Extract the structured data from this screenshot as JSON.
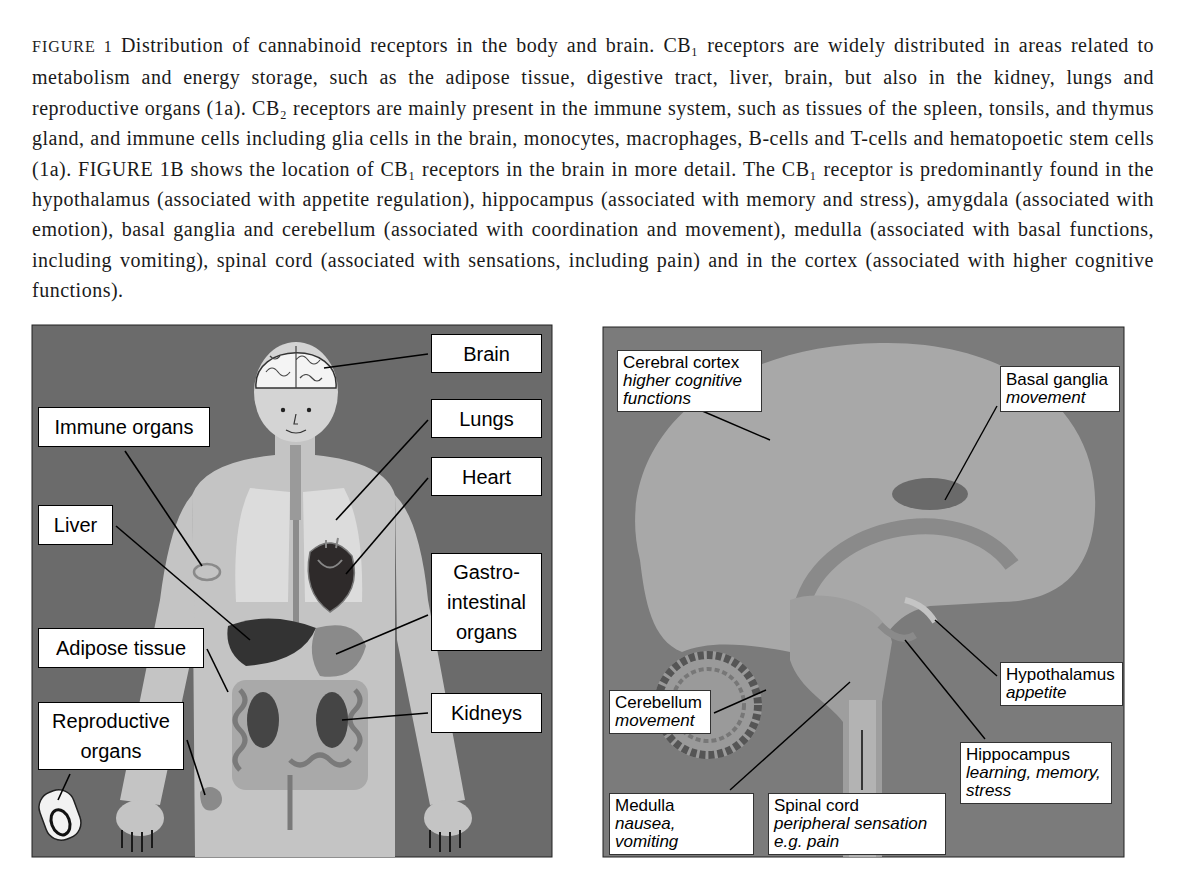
{
  "diagram": {
    "title": "FIGURE 1",
    "caption": "Distribution of cannabinoid receptors in the body and brain. CB₁ receptors are widely distributed in areas related to metabolism and energy storage, such as the adipose tissue, digestive tract, liver, brain, but also in the kidney, lungs and reproductive organs (1a). CB₂ receptors are mainly present in the immune system, such as tissues of the spleen, tonsils, and thymus gland, and immune cells including glia cells in the brain, monocytes, macrophages, B-cells and T-cells and hematopoetic stem cells (1a). FIGURE 1B shows the location of CB₁ receptors in the brain in more detail. The CB₁ receptor is predominantly found in the hypothalamus (associated with appetite regulation), hippocampus (associated with memory and stress), amygdala (associated with emotion), basal ganglia and cerebellum (associated with coordination and movement), medulla (associated with basal functions, including vomiting), spinal cord (associated with sensations, including pain) and in the cortex (associated with higher cognitive functions).",
    "nodes": [
      {
        "text": [
          "Brain"
        ]
      },
      {
        "text": [
          "Lungs"
        ]
      },
      {
        "text": [
          "Immune organs"
        ]
      },
      {
        "text": [
          "Heart"
        ]
      },
      {
        "text": [
          "Liver"
        ]
      },
      {
        "text": [
          "Gastro- intestinal organs"
        ]
      },
      {
        "text": [
          "Adipose tissue"
        ]
      },
      {
        "text": [
          "Kidneys"
        ]
      },
      {
        "text": [
          "Reproductive organs"
        ]
      },
      {
        "text": [
          "Cerebral cortex",
          "higher cognitive functions"
        ]
      },
      {
        "text": [
          "Basal ganglia",
          "movement"
        ]
      },
      {
        "text": [
          "Hypothalamus",
          "appetite"
        ]
      },
      {
        "text": [
          "Cerebellum",
          "movement"
        ]
      },
      {
        "text": [
          "Hippocampus",
          "learning, memory, stress"
        ]
      },
      {
        "text": [
          "Medulla",
          "nausea, vomiting"
        ]
      },
      {
        "text": [
          "Spinal cord",
          "peripheral sensation e.g. pain"
        ]
      }
    ]
  }
}
